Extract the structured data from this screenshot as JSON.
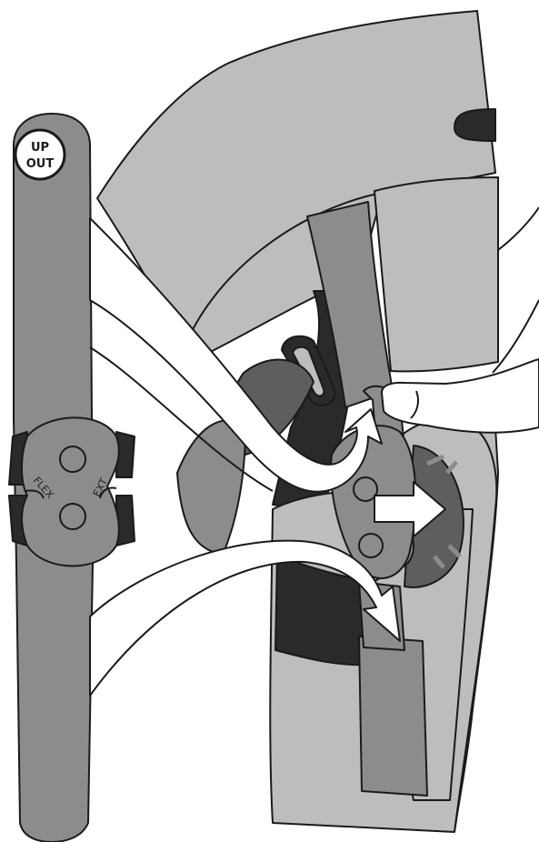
{
  "strap_badge": {
    "line1": "UP",
    "line2": "OUT"
  },
  "hinge_labels": {
    "flex": "FLEX",
    "ext": "EXT"
  },
  "colors": {
    "outline": "#1a1a1a",
    "light_fabric": "#bdbdbd",
    "mid_fabric": "#8c8c8c",
    "dark_fabric": "#5e5e5e",
    "strap_black": "#2a2a2a",
    "arrow_fill": "#ffffff"
  }
}
